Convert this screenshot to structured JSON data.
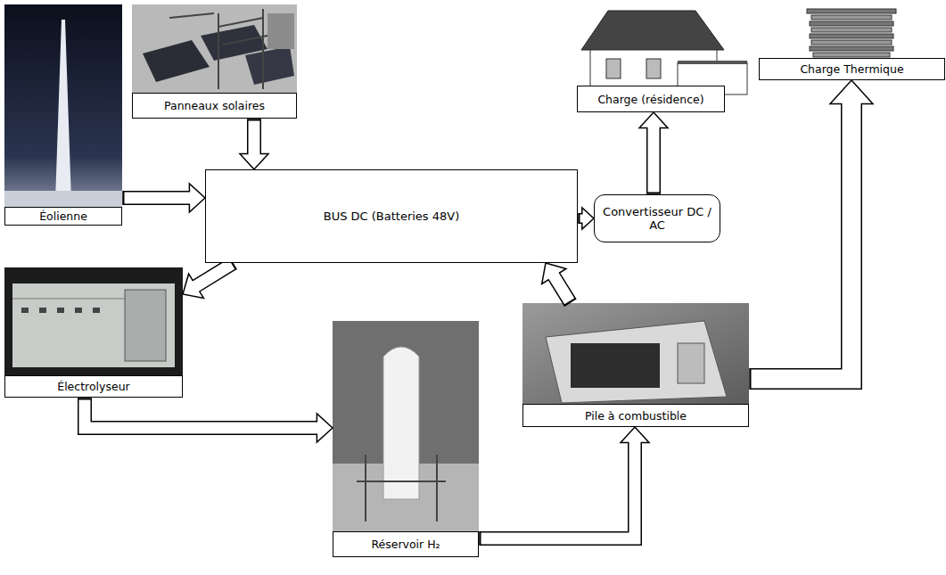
{
  "diagram": {
    "nodes": [
      {
        "text": [
          "Éolienne"
        ]
      },
      {
        "text": [
          "Panneaux solaires"
        ]
      },
      {
        "text": [
          "BUS DC (Batteries 48V)"
        ]
      },
      {
        "text": [
          "Convertisseur DC / AC"
        ]
      },
      {
        "text": [
          "Charge (résidence)"
        ]
      },
      {
        "text": [
          "Charge Thermique"
        ]
      },
      {
        "text": [
          "Électrolyseur"
        ]
      },
      {
        "text": [
          "Réservoir H₂"
        ]
      },
      {
        "text": [
          "Pile à combustible"
        ]
      }
    ],
    "edges": [
      {
        "from": 0,
        "to": 2,
        "arrow": "to"
      },
      {
        "from": 1,
        "to": 2,
        "arrow": "to"
      },
      {
        "from": 2,
        "to": 3,
        "arrow": "to"
      },
      {
        "from": 3,
        "to": 4,
        "arrow": "to"
      },
      {
        "from": 2,
        "to": 6,
        "arrow": "to"
      },
      {
        "from": 6,
        "to": 7,
        "arrow": "to"
      },
      {
        "from": 7,
        "to": 8,
        "arrow": "to"
      },
      {
        "from": 8,
        "to": 2,
        "arrow": "to"
      },
      {
        "from": 8,
        "to": 5,
        "arrow": "to"
      }
    ]
  }
}
